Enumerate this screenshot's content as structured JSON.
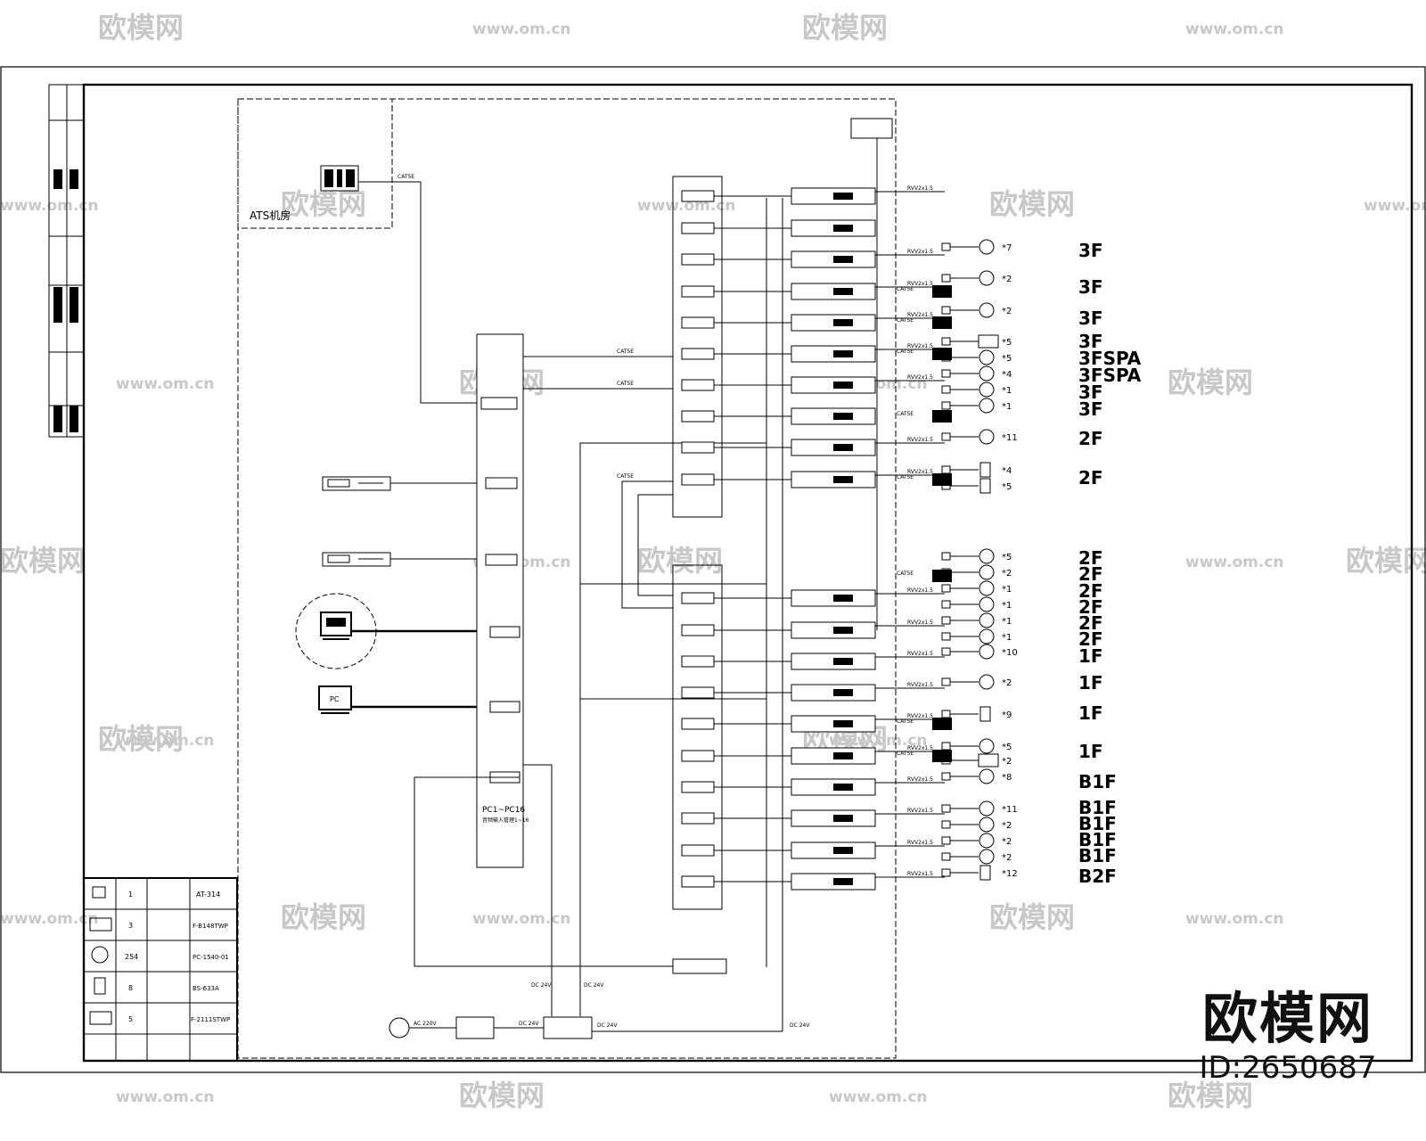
{
  "watermark": {
    "brand": "欧模网",
    "site": "www.om.cn"
  },
  "badge": {
    "logo": "欧模网",
    "id": "ID:2650687"
  },
  "devices": {
    "ats": "ATS机房",
    "pc_label": "PC",
    "main_label": "PC1~PC16",
    "main_sub": "音频输入管理1~16",
    "supply": "AC 220V"
  },
  "cable": {
    "feed": "RVV2x1.5",
    "cat5e": "CAT5E",
    "dc": "DC 24V"
  },
  "zones": [
    {
      "label": "3F",
      "count": "*7"
    },
    {
      "label": "3F",
      "count": "*2"
    },
    {
      "label": "3F",
      "count": "*2"
    },
    {
      "label": "3F",
      "count": "*5"
    },
    {
      "label": "3FSPA",
      "count": "*5"
    },
    {
      "label": "3FSPA",
      "count": "*4"
    },
    {
      "label": "3F",
      "count": "*1"
    },
    {
      "label": "3F",
      "count": "*1"
    },
    {
      "label": "2F",
      "count": "*11"
    },
    {
      "label": "2F",
      "count": "*4"
    },
    {
      "label": "",
      "count": "*5"
    },
    {
      "label": "2F",
      "count": "*5"
    },
    {
      "label": "2F",
      "count": "*2"
    },
    {
      "label": "2F",
      "count": "*1"
    },
    {
      "label": "2F",
      "count": "*1"
    },
    {
      "label": "2F",
      "count": "*1"
    },
    {
      "label": "2F",
      "count": "*1"
    },
    {
      "label": "1F",
      "count": "*10"
    },
    {
      "label": "1F",
      "count": "*2"
    },
    {
      "label": "1F",
      "count": "*9"
    },
    {
      "label": "1F",
      "count": "*5"
    },
    {
      "label": "",
      "count": "*2"
    },
    {
      "label": "B1F",
      "count": "*8"
    },
    {
      "label": "B1F",
      "count": "*11"
    },
    {
      "label": "B1F",
      "count": "*2"
    },
    {
      "label": "B1F",
      "count": "*2"
    },
    {
      "label": "B1F",
      "count": "*2"
    },
    {
      "label": "B2F",
      "count": "*12"
    }
  ],
  "legend": [
    {
      "qty": "1",
      "model": "AT-314"
    },
    {
      "qty": "3",
      "model": "F-B148TWP"
    },
    {
      "qty": "254",
      "model": "PC-1540-01"
    },
    {
      "qty": "8",
      "model": "BS-633A"
    },
    {
      "qty": "5",
      "model": "F-2111STWP"
    }
  ]
}
